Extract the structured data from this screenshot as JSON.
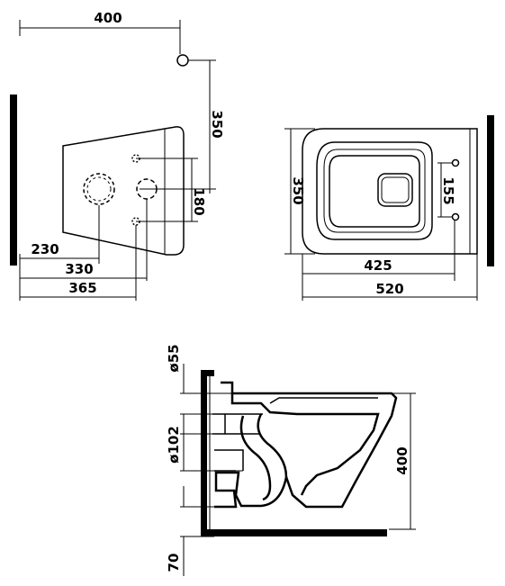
{
  "dimensions": {
    "top_width": "400",
    "vertical_350_front": "350",
    "hole_spacing_180": "180",
    "dim_230": "230",
    "dim_330": "330",
    "dim_365": "365",
    "depth_350_top": "350",
    "bolt_spacing_155": "155",
    "dim_425": "425",
    "dim_520": "520",
    "pipe_55": "ø55",
    "pipe_102": "ø102",
    "height_400": "400",
    "floor_70": "70"
  }
}
